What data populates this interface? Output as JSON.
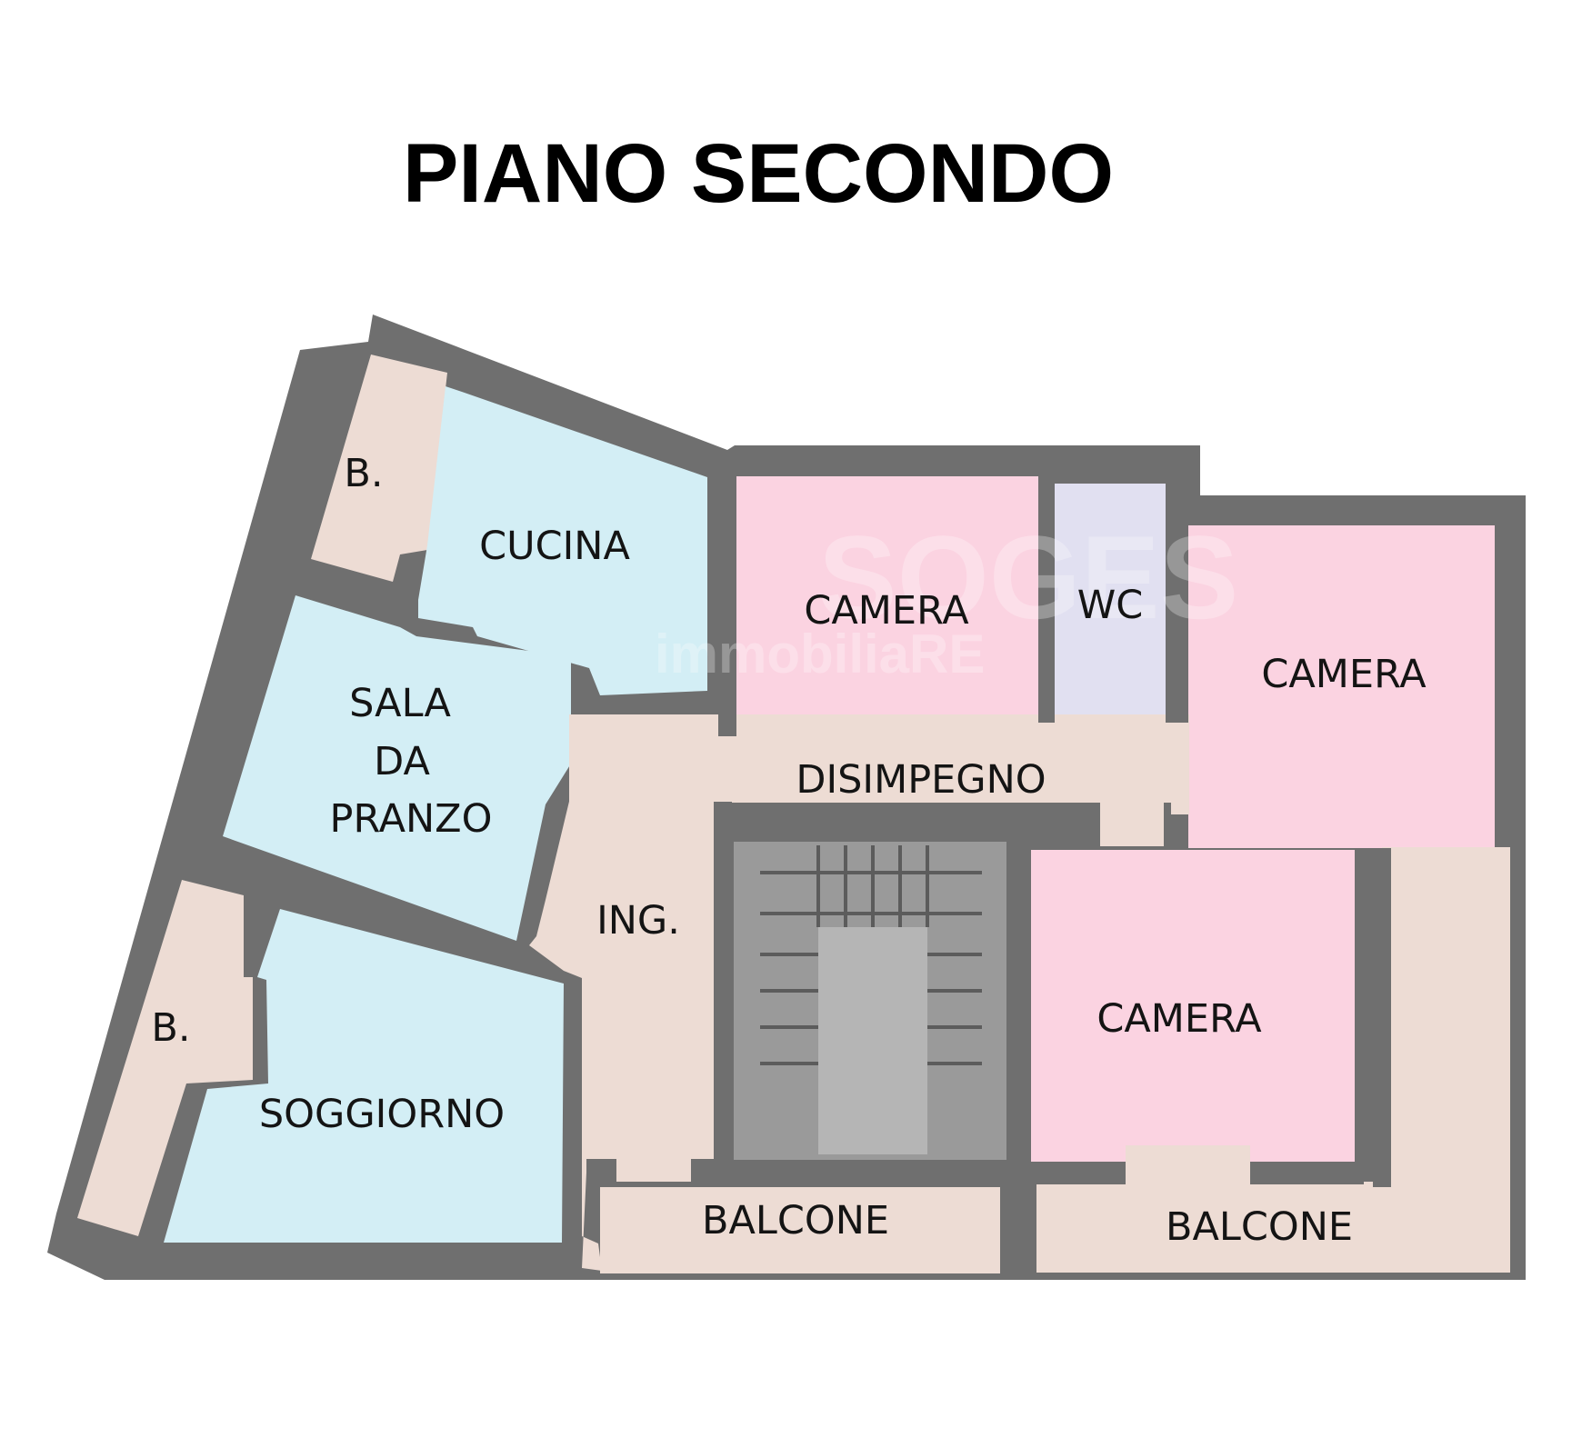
{
  "title": "PIANO SECONDO",
  "watermark": {
    "brand": "SOGES",
    "tagline": "immobiliaRE"
  },
  "colors": {
    "living_areas": "#d3eef5",
    "bedrooms": "#fbd3e1",
    "wc": "#e1e0f1",
    "service_areas": "#eddcd4",
    "walls": "#6f6f6f"
  },
  "rooms": {
    "bagno_top": "B.",
    "cucina": "CUCINA",
    "sala_line1": "SALA",
    "sala_line2": "DA",
    "sala_line3": "PRANZO",
    "bagno_bottom": "B.",
    "soggiorno": "SOGGIORNO",
    "camera_top_left": "CAMERA",
    "wc": "WC",
    "camera_top_right": "CAMERA",
    "disimpegno": "DISIMPEGNO",
    "ingresso": "ING.",
    "camera_bottom": "CAMERA",
    "balcone_left": "BALCONE",
    "balcone_right": "BALCONE"
  }
}
